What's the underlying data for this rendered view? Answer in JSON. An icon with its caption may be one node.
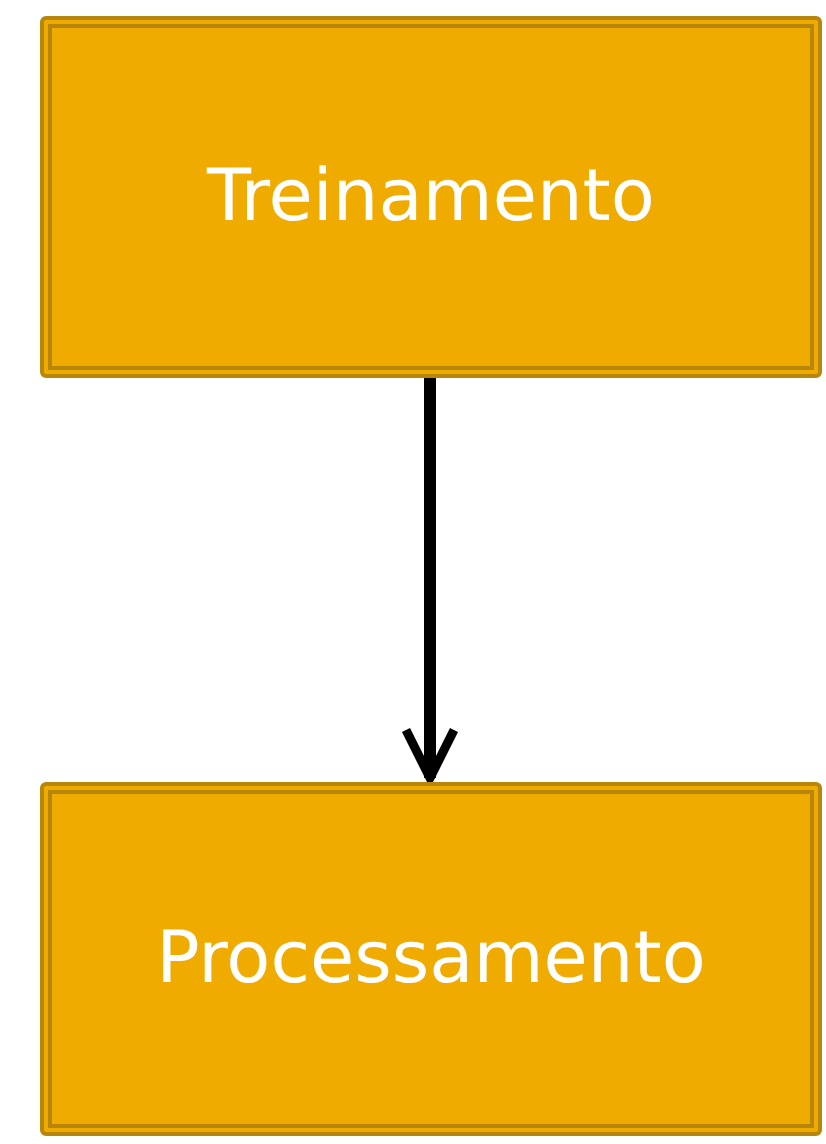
{
  "diagram": {
    "nodes": [
      {
        "text": [
          "Treinamento"
        ]
      },
      {
        "text": [
          "Processamento"
        ]
      }
    ],
    "edges": [
      {
        "from": 0,
        "to": 1,
        "arrow": "to"
      }
    ]
  }
}
